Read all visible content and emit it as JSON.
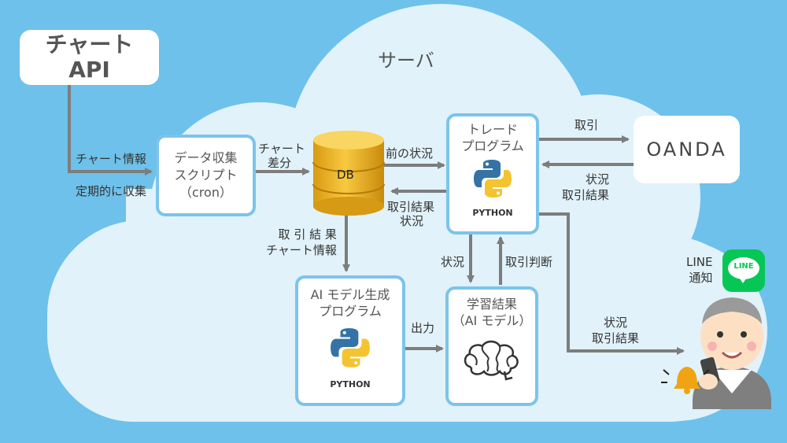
{
  "cloud_title": "サーバ",
  "chart_api": {
    "line1": "チャート",
    "line2": "API"
  },
  "collector": {
    "line1": "データ収集",
    "line2": "スクリプト",
    "line3": "（cron）"
  },
  "db_label": "DB",
  "trade_program": {
    "line1": "トレード",
    "line2": "プログラム",
    "python": "PYTHON"
  },
  "ai_program": {
    "line1": "AI モデル生成",
    "line2": "プログラム",
    "python": "PYTHON"
  },
  "learning_result": {
    "line1": "学習結果",
    "line2": "（AI モデル）"
  },
  "oanda": "OANDA",
  "line_notify": {
    "line1": "LINE",
    "line2": "通知",
    "logo_text": "LINE"
  },
  "labels": {
    "chart_info": "チャート情報",
    "periodic_collect": "定期的に収集",
    "chart_diff_1": "チャート",
    "chart_diff_2": "差分",
    "prev_status": "前の状況",
    "trade_result_1": "取引結果",
    "trade_result_2": "状況",
    "db_out_1": "取 引 結 果",
    "db_out_2": "チャート情報",
    "output": "出力",
    "status_up": "状況",
    "trade_judge": "取引判断",
    "trade": "取引",
    "oanda_back_1": "状況",
    "oanda_back_2": "取引結果",
    "notify_1": "状況",
    "notify_2": "取引結果"
  },
  "colors": {
    "background": "#6ec1ea",
    "cloud": "#e1f2fa",
    "box_border": "#7cc4ea",
    "arrow": "#7d7d7d",
    "db_gold": "#f0b828",
    "line_green": "#06c755"
  }
}
